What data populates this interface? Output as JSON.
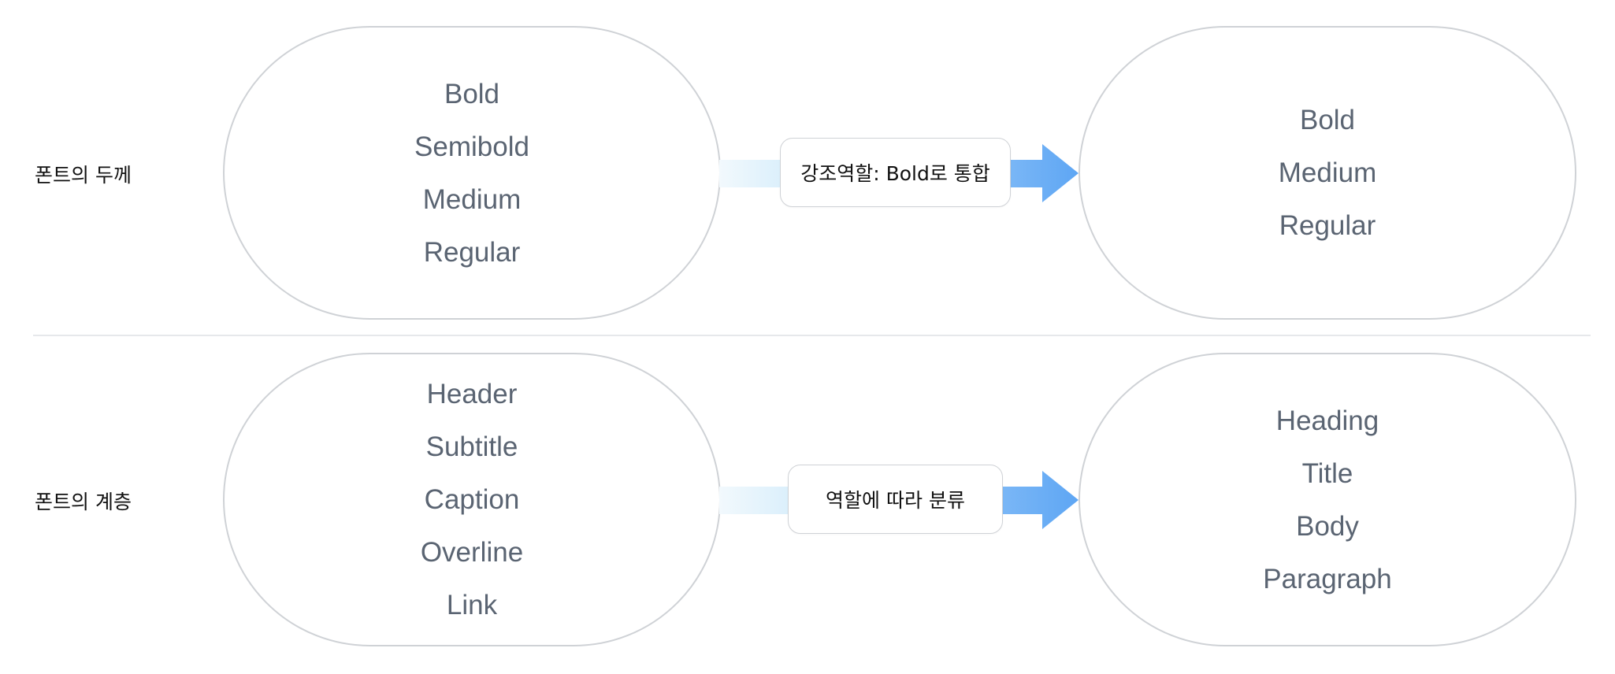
{
  "rows": [
    {
      "label": "폰트의 두께",
      "before": [
        "Bold",
        "Semibold",
        "Medium",
        "Regular"
      ],
      "transform": "강조역할: Bold로 통합",
      "after": [
        "Bold",
        "Medium",
        "Regular"
      ]
    },
    {
      "label": "폰트의 계층",
      "before": [
        "Header",
        "Subtitle",
        "Caption",
        "Overline",
        "Link"
      ],
      "transform": "역할에 따라 분류",
      "after": [
        "Heading",
        "Title",
        "Body",
        "Paragraph"
      ]
    }
  ],
  "colors": {
    "arrow_blue": "#6aaef5",
    "arrow_light": "#e3f3fc",
    "pill_border": "#cfd2d6",
    "item_text": "#5a6472",
    "divider": "#e6e8eb"
  },
  "icons": {
    "arrow": "right-arrow-icon"
  }
}
